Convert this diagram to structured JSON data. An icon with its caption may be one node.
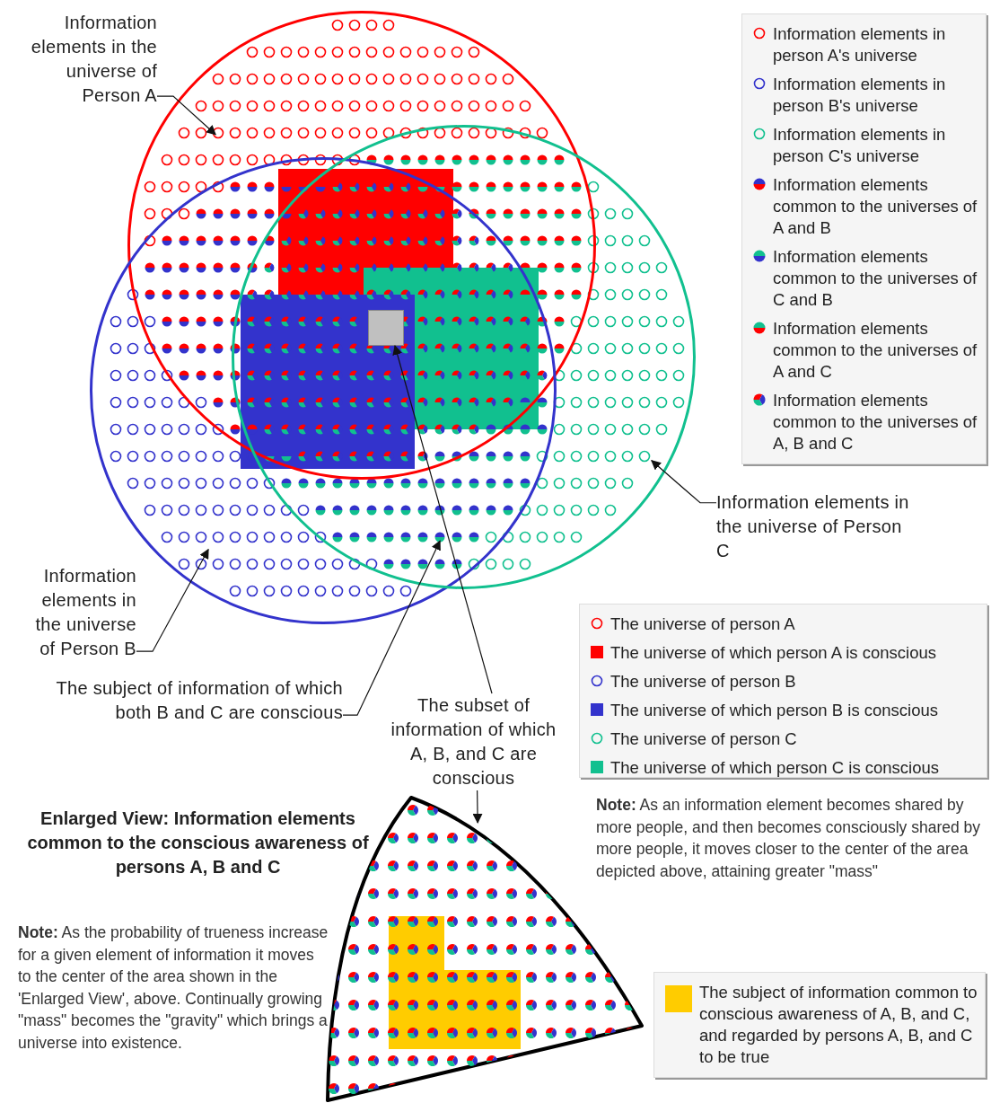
{
  "diagram": {
    "nodes": [
      {
        "text": [
          "Information elements in the universe of Person A"
        ]
      },
      {
        "text": [],
        "shape": "circle"
      },
      {
        "text": [],
        "shape": "circle"
      },
      {
        "text": [],
        "shape": "circle"
      },
      {
        "text": [],
        "shape": "box"
      },
      {
        "text": [
          "Information elements in the universe of Person C"
        ]
      },
      {
        "text": [
          "Information elements in the universe of Person B"
        ]
      },
      {
        "text": [
          "The subject of information of which both B and C are conscious"
        ]
      },
      {
        "text": [
          "The subset of information of which A, B, and C are conscious"
        ]
      },
      {
        "text": [],
        "shape": "sector"
      }
    ],
    "edges": [
      {
        "from": 0,
        "to": 1,
        "arrow": "to"
      },
      {
        "from": 5,
        "to": 3,
        "arrow": "to"
      },
      {
        "from": 6,
        "to": 2,
        "arrow": "to"
      },
      {
        "from": 7,
        "to": 3,
        "arrow": "to"
      },
      {
        "from": 8,
        "to": 4,
        "arrow": "to"
      },
      {
        "from": 8,
        "to": 9,
        "arrow": "to"
      }
    ],
    "labels": [
      "Enlarged View: Information elements common to the conscious awareness of persons A, B and C",
      "**Note:** As an information element becomes shared by more people, and then becomes consciously shared by more people, it moves closer to the center of the area depicted above, attaining greater \"mass\"",
      "**Note:** As the probability of trueness increase for a given element of information it moves to the center of the area shown in the 'Enlarged View', above. Continually growing \"mass\" becomes the \"gravity\" which brings a universe into existence."
    ],
    "legend": [
      {
        "text": "Information elements in person A's universe"
      },
      {
        "text": "Information elements in person B's universe"
      },
      {
        "text": "Information elements in person C's universe"
      },
      {
        "text": "Information elements common to the universes of A and B"
      },
      {
        "text": "Information elements common to the universes of C and B"
      },
      {
        "text": "Information elements common to the universes of A and C"
      },
      {
        "text": "Information elements common to the universes of A, B and C"
      },
      {
        "text": "The universe of person A"
      },
      {
        "text": "The universe of which person A is conscious",
        "color": "#ff0000"
      },
      {
        "text": "The universe of person B"
      },
      {
        "text": "The universe of which person B is conscious",
        "color": "#3333cc"
      },
      {
        "text": "The universe of person C"
      },
      {
        "text": "The universe of which person C is conscious",
        "color": "#11c08f"
      },
      {
        "text": "The subject of information common to conscious awareness of A, B, and C, and regarded by persons A, B, and C to be true",
        "color": "#ffcc00"
      }
    ]
  }
}
